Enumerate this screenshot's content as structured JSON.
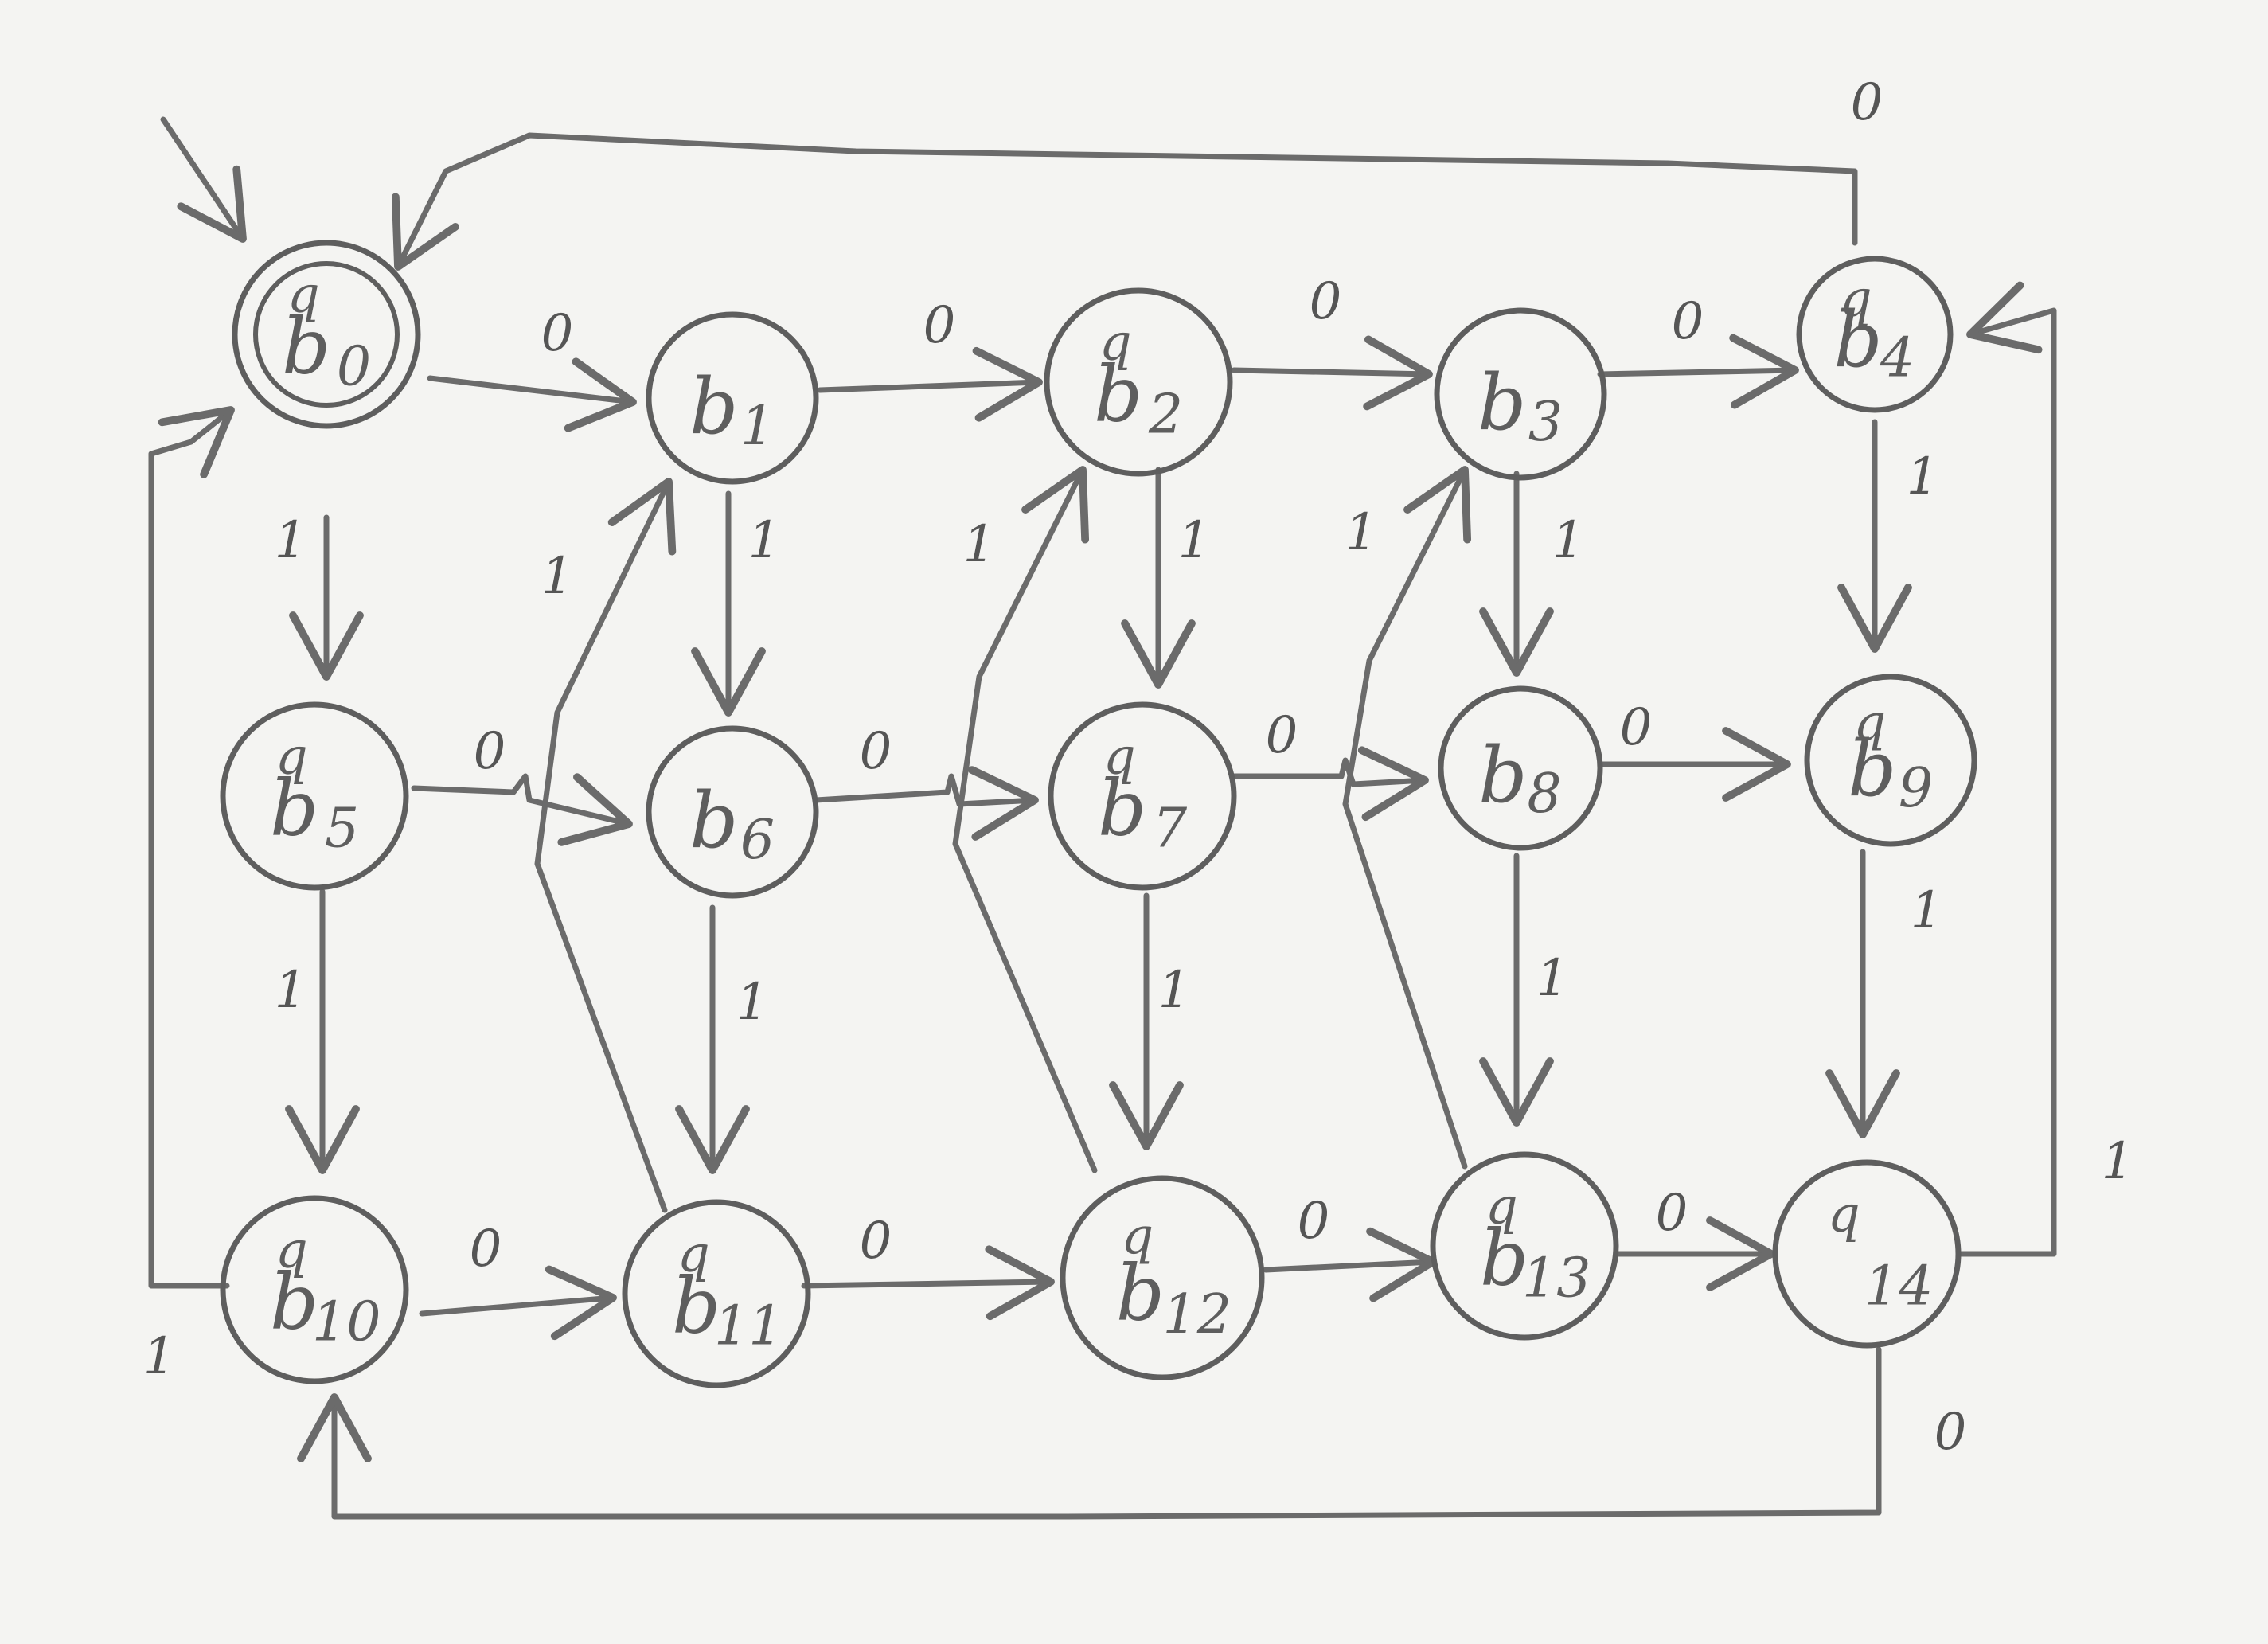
{
  "diagram": {
    "start_state": "q0",
    "accepting_states": [
      "q0"
    ],
    "states": [
      {
        "id": "q0",
        "q": "q",
        "b": "b",
        "sub": "0"
      },
      {
        "id": "q1",
        "q": "",
        "b": "b",
        "sub": "1"
      },
      {
        "id": "q2",
        "q": "q",
        "b": "b",
        "sub": "2"
      },
      {
        "id": "q3",
        "q": "",
        "b": "b",
        "sub": "3"
      },
      {
        "id": "q4",
        "q": "q",
        "b": "b",
        "sub": "4"
      },
      {
        "id": "q5",
        "q": "q",
        "b": "b",
        "sub": "5"
      },
      {
        "id": "q6",
        "q": "",
        "b": "b",
        "sub": "6"
      },
      {
        "id": "q7",
        "q": "q",
        "b": "b",
        "sub": "7"
      },
      {
        "id": "q8",
        "q": "",
        "b": "b",
        "sub": "8"
      },
      {
        "id": "q9",
        "q": "q",
        "b": "b",
        "sub": "9"
      },
      {
        "id": "q10",
        "q": "q",
        "b": "b",
        "sub": "10"
      },
      {
        "id": "q11",
        "q": "q",
        "b": "b",
        "sub": "11"
      },
      {
        "id": "q12",
        "q": "q",
        "b": "b",
        "sub": "12"
      },
      {
        "id": "q13",
        "q": "q",
        "b": "b",
        "sub": "13"
      },
      {
        "id": "q14",
        "q": "q",
        "b": "",
        "sub": "14"
      }
    ],
    "transitions": [
      {
        "from": "q0",
        "to": "q1",
        "label": "0"
      },
      {
        "from": "q1",
        "to": "q2",
        "label": "0"
      },
      {
        "from": "q2",
        "to": "q3",
        "label": "0"
      },
      {
        "from": "q3",
        "to": "q4",
        "label": "0"
      },
      {
        "from": "q4",
        "to": "q0",
        "label": "0"
      },
      {
        "from": "q0",
        "to": "q5",
        "label": "1"
      },
      {
        "from": "q1",
        "to": "q6",
        "label": "1"
      },
      {
        "from": "q2",
        "to": "q7",
        "label": "1"
      },
      {
        "from": "q3",
        "to": "q8",
        "label": "1"
      },
      {
        "from": "q4",
        "to": "q9",
        "label": "1"
      },
      {
        "from": "q5",
        "to": "q6",
        "label": "0"
      },
      {
        "from": "q6",
        "to": "q7",
        "label": "0"
      },
      {
        "from": "q7",
        "to": "q8",
        "label": "0"
      },
      {
        "from": "q8",
        "to": "q9",
        "label": "0"
      },
      {
        "from": "q5",
        "to": "q10",
        "label": "1"
      },
      {
        "from": "q6",
        "to": "q11",
        "label": "1"
      },
      {
        "from": "q7",
        "to": "q12",
        "label": "1"
      },
      {
        "from": "q8",
        "to": "q13",
        "label": "1"
      },
      {
        "from": "q9",
        "to": "q14",
        "label": "1"
      },
      {
        "from": "q11",
        "to": "q1",
        "label": "1"
      },
      {
        "from": "q12",
        "to": "q2",
        "label": "1"
      },
      {
        "from": "q13",
        "to": "q3",
        "label": "1"
      },
      {
        "from": "q10",
        "to": "q11",
        "label": "0"
      },
      {
        "from": "q11",
        "to": "q12",
        "label": "0"
      },
      {
        "from": "q12",
        "to": "q13",
        "label": "0"
      },
      {
        "from": "q13",
        "to": "q14",
        "label": "0"
      },
      {
        "from": "q10",
        "to": "q0",
        "label": "1"
      },
      {
        "from": "q14",
        "to": "q4",
        "label": "1"
      },
      {
        "from": "q14",
        "to": "q10",
        "label": "0"
      }
    ]
  }
}
